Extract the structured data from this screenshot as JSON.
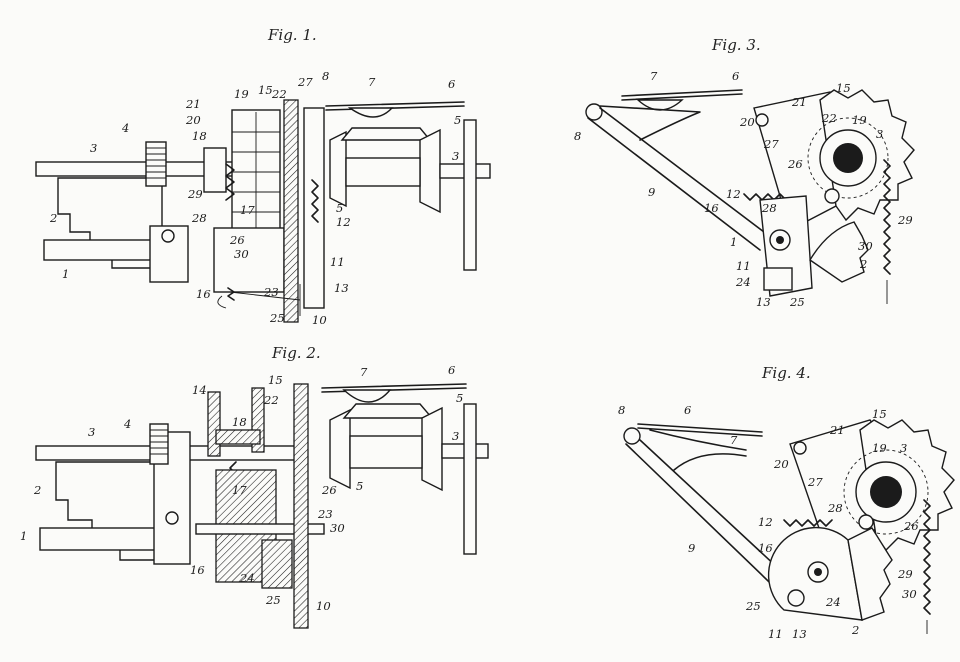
{
  "figures": {
    "fig1": {
      "title": "Fig. 1.",
      "labels": [
        "3",
        "4",
        "21",
        "20",
        "19",
        "18",
        "15",
        "22",
        "27",
        "8",
        "7",
        "6",
        "5",
        "3",
        "29",
        "17",
        "28",
        "26",
        "30",
        "12",
        "5",
        "1",
        "2",
        "11",
        "16",
        "23",
        "25",
        "10",
        "13"
      ]
    },
    "fig2": {
      "title": "Fig. 2.",
      "labels": [
        "14",
        "15",
        "7",
        "6",
        "5",
        "3",
        "22",
        "4",
        "18",
        "3",
        "2",
        "17",
        "26",
        "23",
        "30",
        "1",
        "5",
        "16",
        "24",
        "25",
        "10"
      ]
    },
    "fig3": {
      "title": "Fig. 3.",
      "labels": [
        "7",
        "6",
        "15",
        "8",
        "21",
        "20",
        "22",
        "19",
        "3",
        "27",
        "26",
        "9",
        "12",
        "28",
        "16",
        "29",
        "1",
        "30",
        "11",
        "2",
        "24",
        "13",
        "25"
      ]
    },
    "fig4": {
      "title": "Fig. 4.",
      "labels": [
        "8",
        "6",
        "7",
        "21",
        "15",
        "19",
        "3",
        "20",
        "27",
        "12",
        "28",
        "26",
        "9",
        "16",
        "29",
        "30",
        "25",
        "24",
        "2",
        "11",
        "13"
      ]
    }
  }
}
